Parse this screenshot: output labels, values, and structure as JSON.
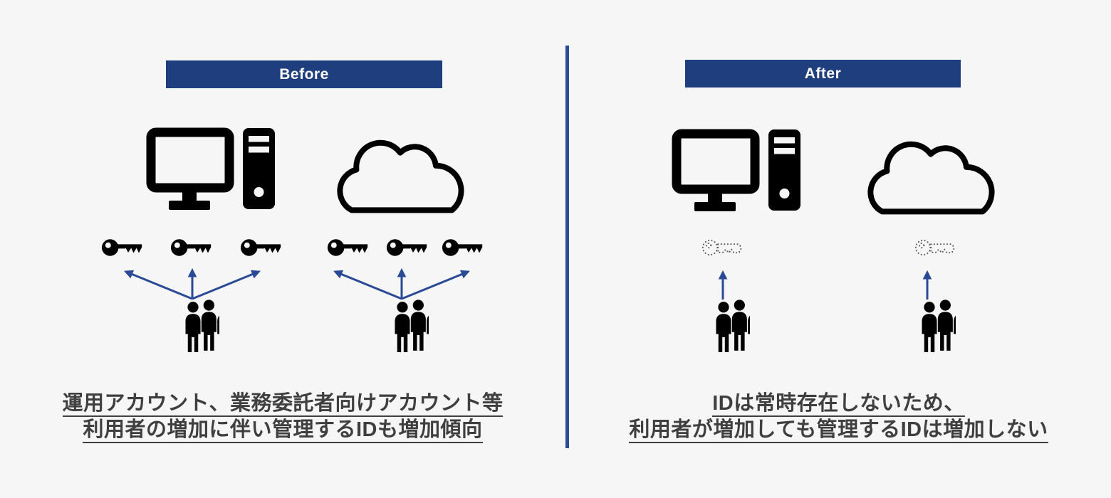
{
  "colors": {
    "background": "#f5f6f5",
    "banner_bg": "#1f3e7e",
    "banner_text": "#ffffff",
    "divider": "#2a4a96",
    "arrow": "#2a4a96",
    "caption_text": "#3f3f3f",
    "solid_icon": "#000000",
    "ghost_key": "#575757"
  },
  "divider": {
    "name": "vertical-divider"
  },
  "panels": {
    "before": {
      "banner_label": "Before",
      "caption": {
        "line1": "運用アカウント、業務委託者向けアカウント等",
        "line2": "利用者の増加に伴い管理するIDも増加傾向"
      },
      "groups": [
        {
          "target_icon": "desktop-computer-icon",
          "key_style": "solid",
          "key_count": 3,
          "arrows": "fan-3-up",
          "users_icon": "three-users-icon"
        },
        {
          "target_icon": "cloud-icon",
          "key_style": "solid",
          "key_count": 3,
          "arrows": "fan-3-up",
          "users_icon": "three-users-icon"
        }
      ]
    },
    "after": {
      "banner_label": "After",
      "caption": {
        "line1": "IDは常時存在しないため、",
        "line2": "利用者が増加しても管理するIDは増加しない"
      },
      "groups": [
        {
          "target_icon": "desktop-computer-icon",
          "key_style": "dotted-outline",
          "key_count": 1,
          "arrows": "single-up",
          "users_icon": "three-users-icon"
        },
        {
          "target_icon": "cloud-icon",
          "key_style": "dotted-outline",
          "key_count": 1,
          "arrows": "single-up",
          "users_icon": "three-users-icon"
        }
      ]
    }
  }
}
